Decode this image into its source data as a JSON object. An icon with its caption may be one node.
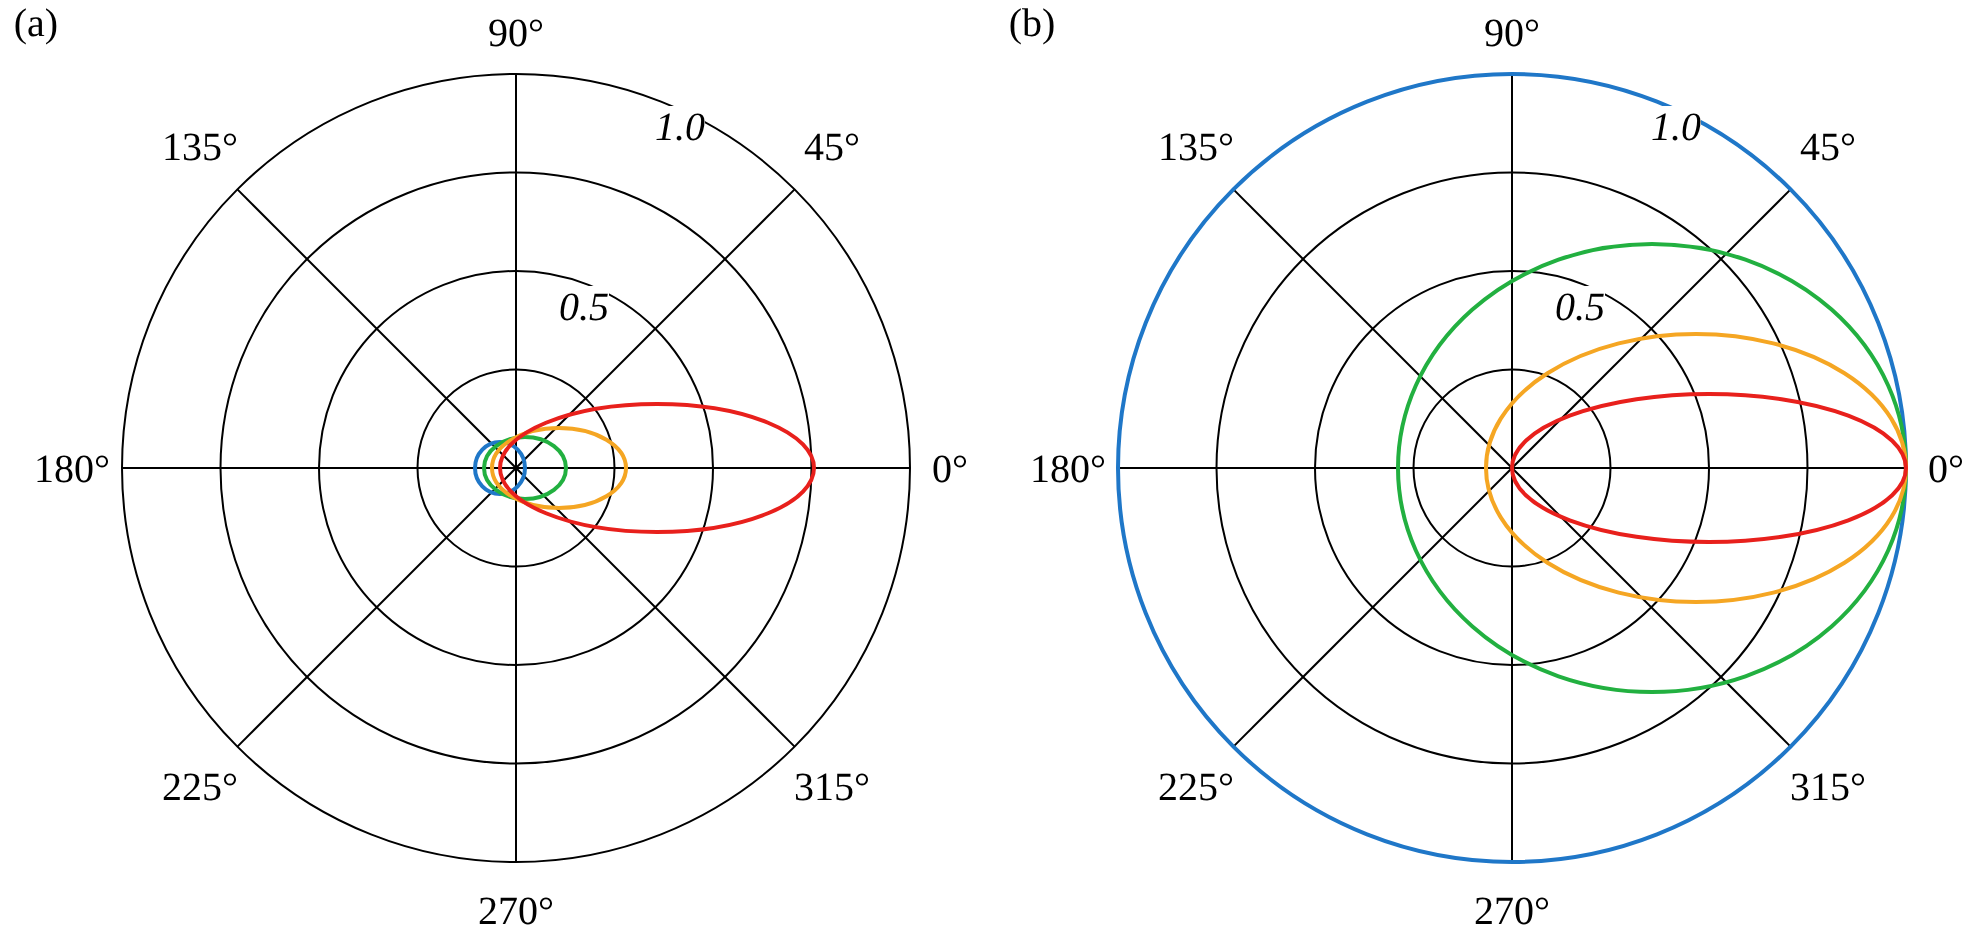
{
  "diagram": {
    "labels": [
      "(a)",
      "90°",
      "(b)",
      "90°",
      "135°",
      "1.0",
      "45°",
      "135°",
      "1.0",
      "45°",
      "0.5",
      "0.5",
      "180°",
      "0°",
      "180°",
      "0°",
      "225°",
      "315°",
      "225°",
      "315°",
      "270°",
      "270°"
    ]
  }
}
